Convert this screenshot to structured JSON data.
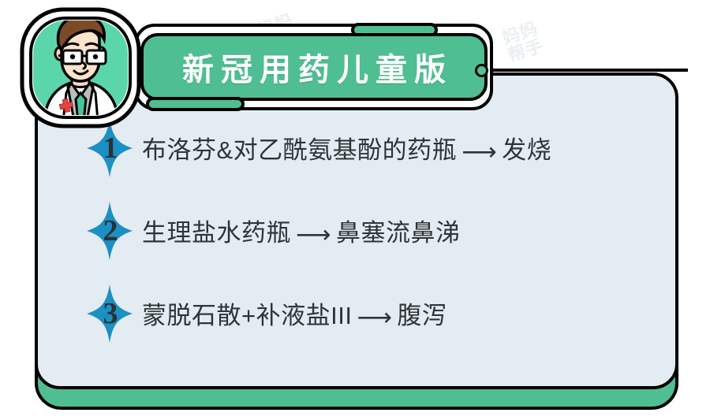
{
  "header": {
    "title": "新冠用药儿童版",
    "avatar_alt": "doctor-avatar",
    "accent_green": "#4FBE92",
    "outline_black": "#000000"
  },
  "card": {
    "background": "#E3ECF2",
    "bullet_color": "#1B90C4",
    "text_color": "#2F3438",
    "arrow_symbol": "⟶",
    "items": [
      {
        "number": "1",
        "medicine": "布洛芬&对乙酰氨基酚的药瓶",
        "arrow": "⟶",
        "symptom": "发烧"
      },
      {
        "number": "2",
        "medicine": "生理盐水药瓶",
        "arrow": "⟶",
        "symptom": "鼻塞流鼻涕"
      },
      {
        "number": "3",
        "medicine": "蒙脱石散+补液盐III",
        "arrow": "⟶",
        "symptom": "腹泻"
      }
    ]
  },
  "watermarks": {
    "text": "妈妈\n帮手"
  }
}
